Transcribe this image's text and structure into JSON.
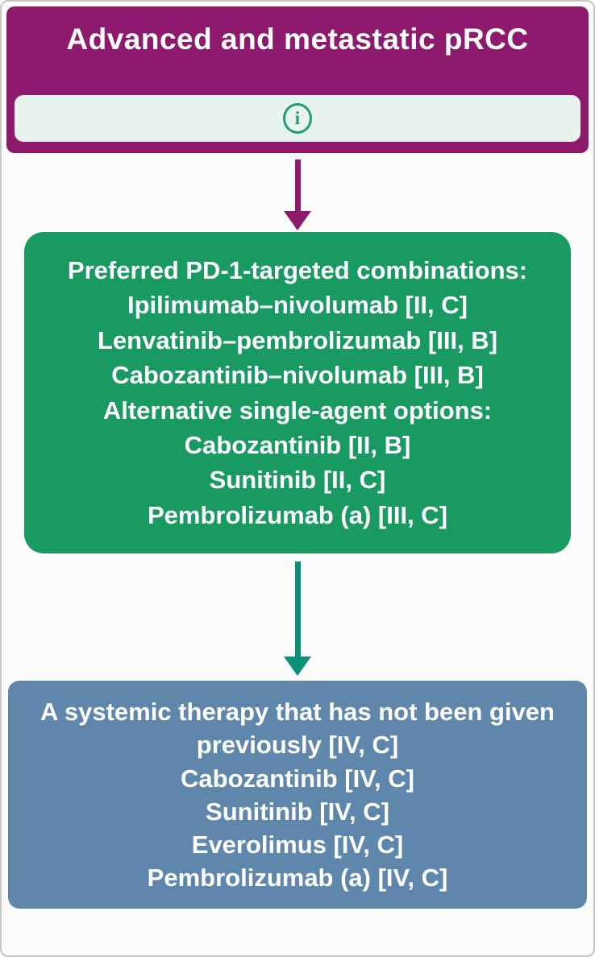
{
  "header": {
    "title": "Advanced and metastatic pRCC"
  },
  "icons": {
    "info_glyph": "i"
  },
  "colors": {
    "header_purple": "#8d1a6c",
    "treatment_green": "#189a62",
    "arrow_teal": "#069178",
    "subsequent_blue": "#5f87ac",
    "info_strip_bg": "#e9f3ed",
    "info_icon": "#1a9c78"
  },
  "treatment_box": {
    "lines": [
      "Preferred PD-1-targeted combinations:",
      "Ipilimumab–nivolumab [II, C]",
      "Lenvatinib–pembrolizumab [III, B]",
      "Cabozantinib–nivolumab [III, B]",
      "Alternative single-agent options:",
      "Cabozantinib [II, B]",
      "Sunitinib [II, C]",
      "Pembrolizumab (a) [III, C]"
    ]
  },
  "subsequent_box": {
    "lines": [
      "A systemic therapy that has not been given previously [IV, C]",
      "Cabozantinib [IV, C]",
      "Sunitinib [IV, C]",
      "Everolimus [IV, C]",
      "Pembrolizumab (a) [IV, C]"
    ]
  }
}
